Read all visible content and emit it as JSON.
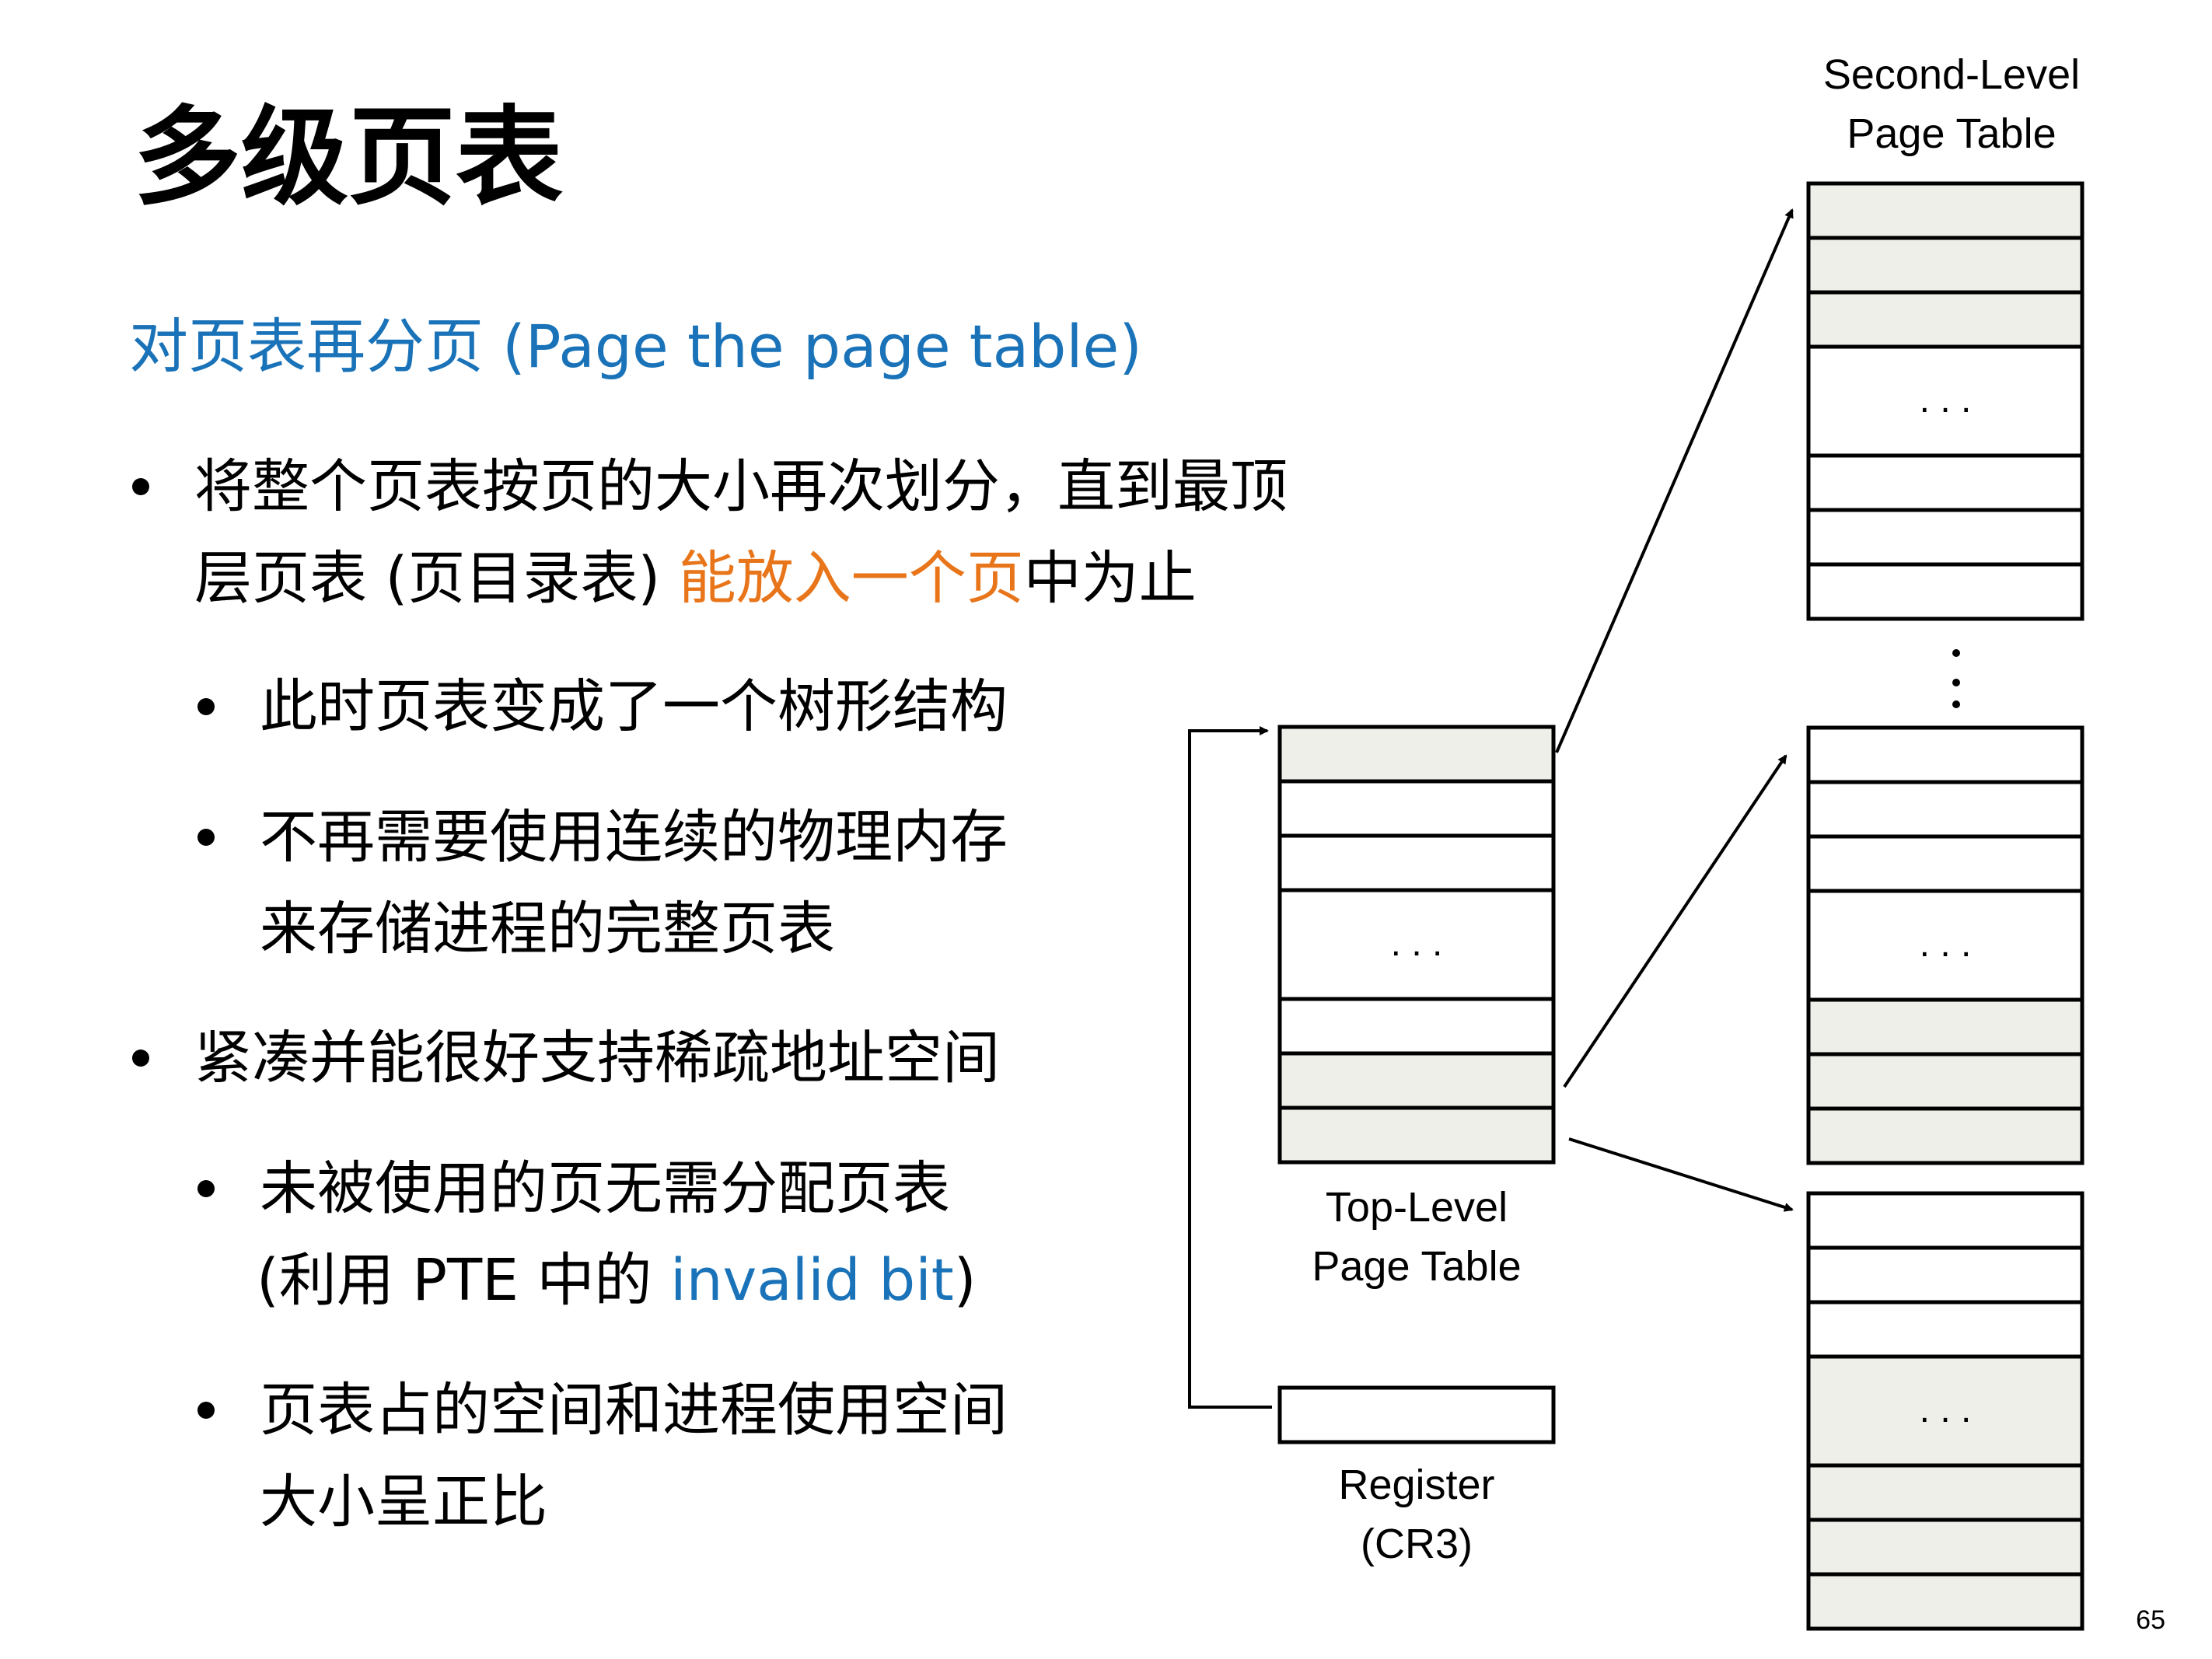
{
  "title": "多级页表",
  "subtitle": "对页表再分页 (Page the page table)",
  "bullets": {
    "b1_line1": "将整个页表按页的大小再次划分，直到最顶",
    "b1_line2_pre": "层页表 (页目录表) ",
    "b1_line2_highlight": "能放入一个页",
    "b1_line2_post": "中为止",
    "b1_sub1": "此时页表变成了一个树形结构",
    "b1_sub2_line1": "不再需要使用连续的物理内存",
    "b1_sub2_line2": "来存储进程的完整页表",
    "b2_line1": "紧凑并能很好支持稀疏地址空间",
    "b2_sub1_line1": "未被使用的页无需分配页表",
    "b2_sub1_line2_pre": "(利用 PTE 中的 ",
    "b2_sub1_line2_highlight": "invalid bit",
    "b2_sub1_line2_post": ")",
    "b2_sub2_line1": "页表占的空间和进程使用空间",
    "b2_sub2_line2": "大小呈正比"
  },
  "diagram": {
    "second_level_label_line1": "Second-Level",
    "second_level_label_line2": "Page Table",
    "top_level_label_line1": "Top-Level",
    "top_level_label_line2": "Page Table",
    "register_label_line1": "Register",
    "register_label_line2": "(CR3)",
    "ellipsis": ". . .",
    "vertical_ellipsis": "⋮",
    "cell_fill_color": "#efefea",
    "line_color": "#000000"
  },
  "page_number": "65"
}
